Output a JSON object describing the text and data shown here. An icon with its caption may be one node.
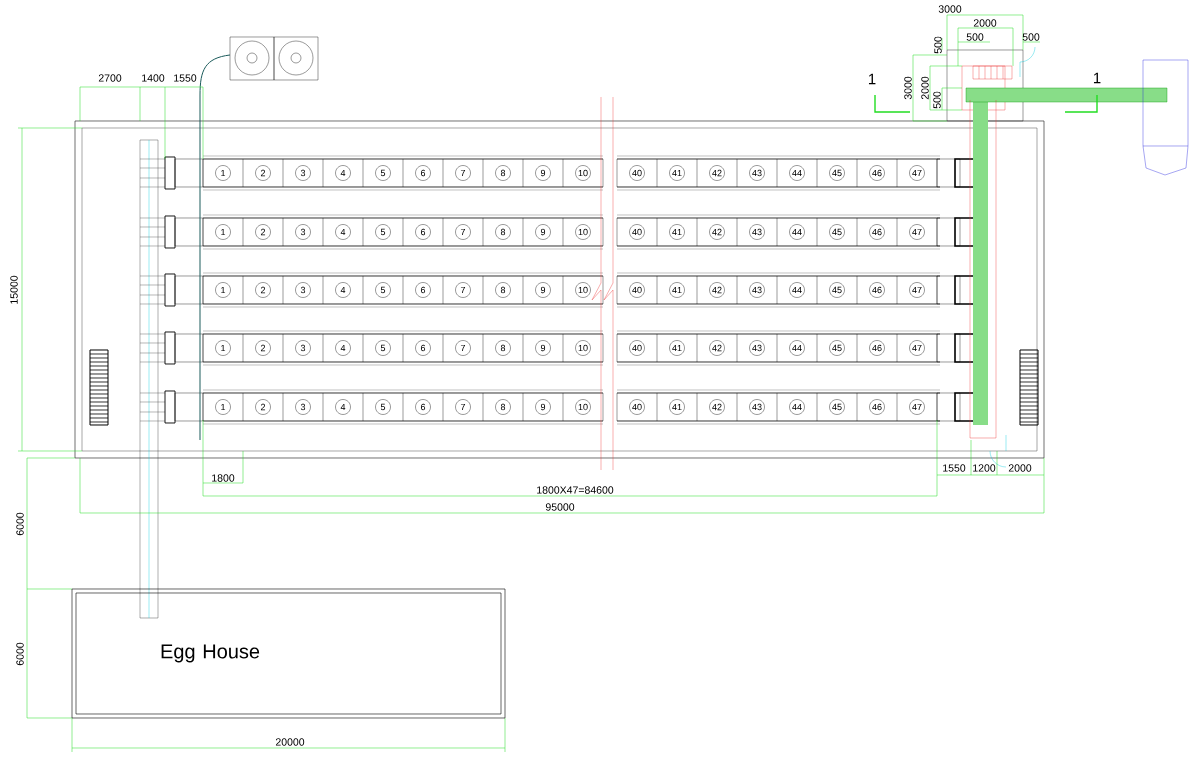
{
  "diagram": {
    "nodes": [
      {
        "text": [
          "Egg House"
        ]
      }
    ],
    "labels": [
      "3000",
      "2000",
      "500",
      "500",
      "500",
      "2700",
      "1400",
      "1550",
      "1",
      "3000",
      "2000",
      "500",
      "1",
      "15000",
      "1",
      "2",
      "3",
      "4",
      "5",
      "6",
      "7",
      "8",
      "9",
      "10",
      "40",
      "41",
      "42",
      "43",
      "44",
      "45",
      "46",
      "47",
      "1",
      "2",
      "3",
      "4",
      "5",
      "6",
      "7",
      "8",
      "9",
      "10",
      "40",
      "41",
      "42",
      "43",
      "44",
      "45",
      "46",
      "47",
      "1",
      "2",
      "3",
      "4",
      "5",
      "6",
      "7",
      "8",
      "9",
      "10",
      "40",
      "41",
      "42",
      "43",
      "44",
      "45",
      "46",
      "47",
      "1",
      "2",
      "3",
      "4",
      "5",
      "6",
      "7",
      "8",
      "9",
      "10",
      "40",
      "41",
      "42",
      "43",
      "44",
      "45",
      "46",
      "47",
      "1",
      "2",
      "3",
      "4",
      "5",
      "6",
      "7",
      "8",
      "9",
      "10",
      "40",
      "41",
      "42",
      "43",
      "44",
      "45",
      "46",
      "47",
      "1800",
      "1550",
      "1200",
      "2000",
      "1800X47=84600",
      "95000",
      "6000",
      "6000",
      "20000"
    ]
  }
}
